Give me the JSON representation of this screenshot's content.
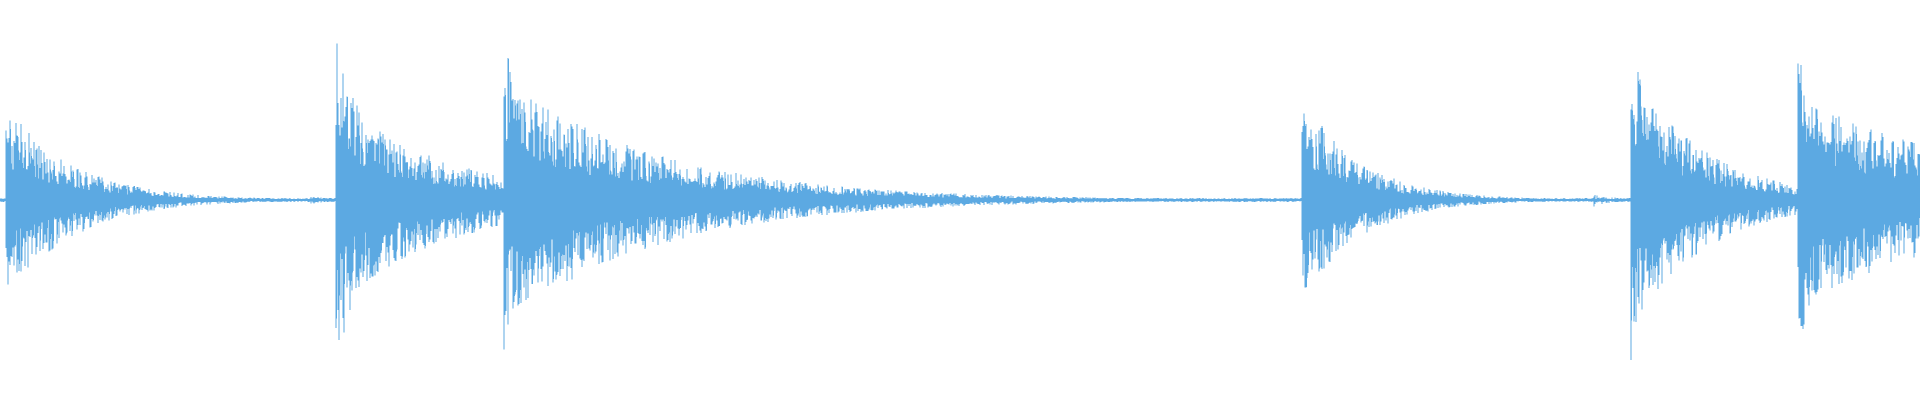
{
  "waveform": {
    "color": "#5ca9e2",
    "background": "#ffffff",
    "baseline_amplitude": 0.012,
    "noise_floor_segments": [
      {
        "from": 0.0,
        "to": 1.0,
        "amplitude": 0.006
      }
    ],
    "events": [
      {
        "time": 0.003,
        "peak_up": 0.58,
        "peak_down": 0.6,
        "decay": 0.035,
        "density": 1.0
      },
      {
        "time": 0.16,
        "peak_up": 0.04,
        "peak_down": 0.04,
        "decay": 0.01,
        "density": 0.6
      },
      {
        "time": 0.175,
        "peak_up": 1.0,
        "peak_down": 1.0,
        "decay": 0.02,
        "density": 1.0
      },
      {
        "time": 0.185,
        "peak_up": 0.52,
        "peak_down": 0.55,
        "decay": 0.06,
        "density": 1.0
      },
      {
        "time": 0.243,
        "peak_up": 0.04,
        "peak_down": 0.04,
        "decay": 0.02,
        "density": 0.6
      },
      {
        "time": 0.262,
        "peak_up": 1.0,
        "peak_down": 1.0,
        "decay": 0.018,
        "density": 1.0
      },
      {
        "time": 0.268,
        "peak_up": 0.7,
        "peak_down": 0.7,
        "decay": 0.08,
        "density": 1.0
      },
      {
        "time": 0.35,
        "peak_up": 0.06,
        "peak_down": 0.06,
        "decay": 0.06,
        "density": 0.6
      },
      {
        "time": 0.418,
        "peak_up": 0.07,
        "peak_down": 0.07,
        "decay": 0.015,
        "density": 0.6
      },
      {
        "time": 0.52,
        "peak_up": 0.015,
        "peak_down": 0.015,
        "decay": 0.02,
        "density": 0.4
      },
      {
        "time": 0.59,
        "peak_up": 0.015,
        "peak_down": 0.015,
        "decay": 0.02,
        "density": 0.4
      },
      {
        "time": 0.678,
        "peak_up": 0.64,
        "peak_down": 0.64,
        "decay": 0.03,
        "density": 1.0
      },
      {
        "time": 0.765,
        "peak_up": 0.02,
        "peak_down": 0.02,
        "decay": 0.015,
        "density": 0.5
      },
      {
        "time": 0.83,
        "peak_up": 0.04,
        "peak_down": 0.04,
        "decay": 0.012,
        "density": 0.6
      },
      {
        "time": 0.849,
        "peak_up": 1.0,
        "peak_down": 1.0,
        "decay": 0.02,
        "density": 1.0
      },
      {
        "time": 0.855,
        "peak_up": 0.68,
        "peak_down": 0.68,
        "decay": 0.04,
        "density": 1.0
      },
      {
        "time": 0.918,
        "peak_up": 0.04,
        "peak_down": 0.04,
        "decay": 0.01,
        "density": 0.6
      },
      {
        "time": 0.936,
        "peak_up": 0.92,
        "peak_down": 0.92,
        "decay": 0.02,
        "density": 1.0
      },
      {
        "time": 0.94,
        "peak_up": 0.62,
        "peak_down": 0.62,
        "decay": 0.1,
        "density": 1.0
      }
    ]
  }
}
